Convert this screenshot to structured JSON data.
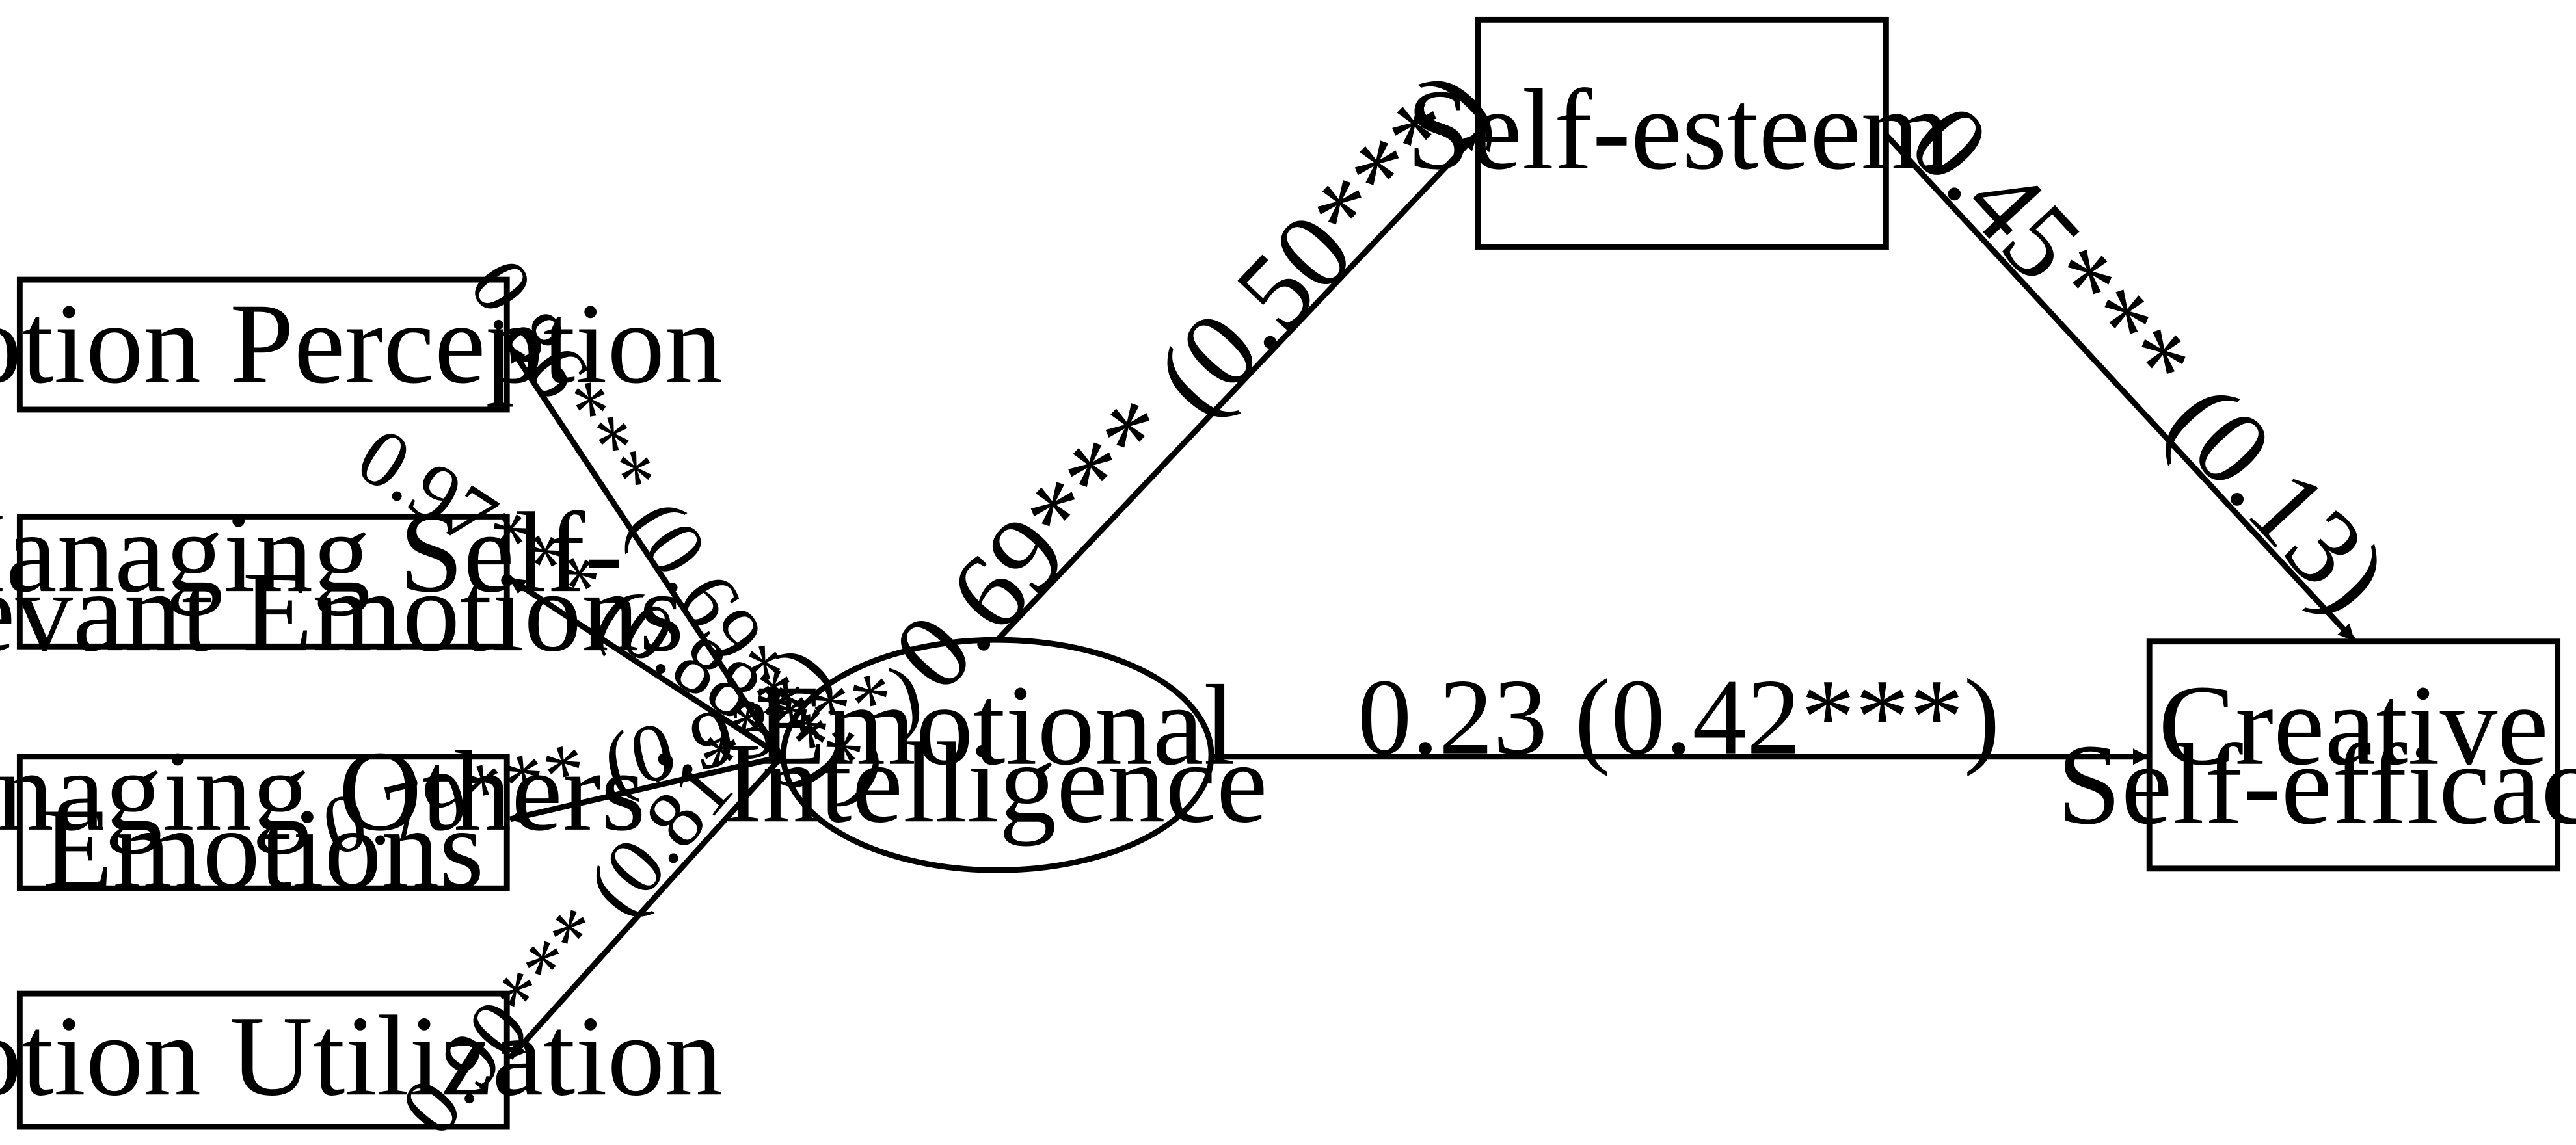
{
  "nodes": {
    "emotion_perception": {
      "lines": [
        "Emotion Perception"
      ]
    },
    "managing_self": {
      "lines": [
        "Managing Self-",
        "relevant Emotions"
      ]
    },
    "managing_others": {
      "lines": [
        "Managing Others’",
        "Emotions"
      ]
    },
    "emotion_utilization": {
      "lines": [
        "Emotion Utilization"
      ]
    },
    "emotional_intelligence": {
      "lines": [
        "Emotional",
        "Intelligence"
      ]
    },
    "self_esteem": {
      "lines": [
        "Self-esteem"
      ]
    },
    "creative_self_efficacy": {
      "lines": [
        "Creative",
        "Self-efficacy"
      ]
    }
  },
  "paths": {
    "ei_to_perception": "0.86*** (0.69***)",
    "ei_to_self": "0.97*** (0.88***)",
    "ei_to_others": "0.79*** (0.93***)",
    "ei_to_utilization": "0.90*** (0.81***)",
    "ei_to_self_esteem": "0.69*** (0.50***)",
    "self_esteem_to_cse": "0.45*** (0.13)",
    "ei_to_cse": "0.23 (0.42***)"
  },
  "colors": {
    "stroke": "#000000",
    "background": "#ffffff"
  }
}
